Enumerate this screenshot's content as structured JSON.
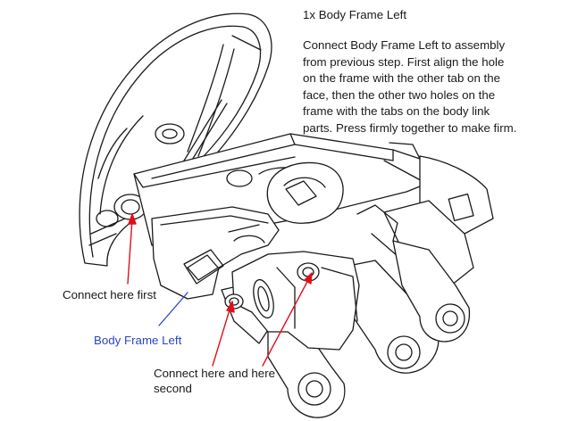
{
  "step_title": "1x Body Frame Left",
  "instructions": [
    "Connect Body Frame Left to assembly",
    "from previous step. First align the hole",
    "on the frame with the other tab on the",
    "face, then the other two holes on the",
    "frame with the tabs on the body link",
    "parts. Press firmly together to make firm."
  ],
  "callouts": {
    "first": "Connect here first",
    "part_name": "Body Frame Left",
    "second_line1": "Connect here and here",
    "second_line2": "second"
  },
  "colors": {
    "line": "#1a1a1a",
    "arrow_red": "#e0101a",
    "arrow_blue": "#2b45c4",
    "part_label": "#2b45c4"
  }
}
